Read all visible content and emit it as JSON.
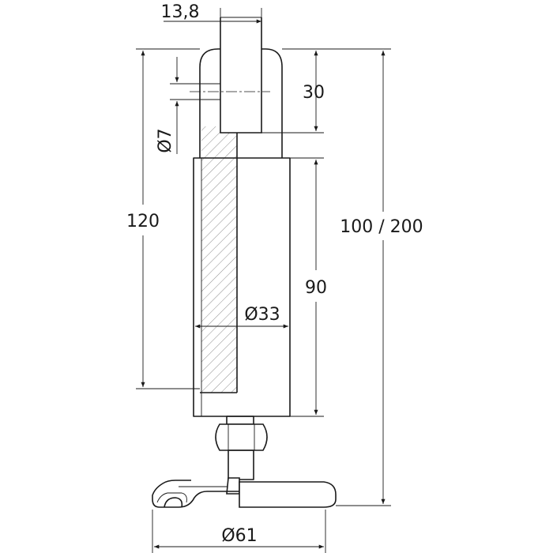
{
  "dimensions": {
    "slot_width": "13,8",
    "slot_depth": "30",
    "pin_hole": "Ø7",
    "height_total": "120",
    "adjustment_range": "100 / 200",
    "tube_length": "90",
    "tube_diameter": "Ø33",
    "base_diameter": "Ø61"
  }
}
